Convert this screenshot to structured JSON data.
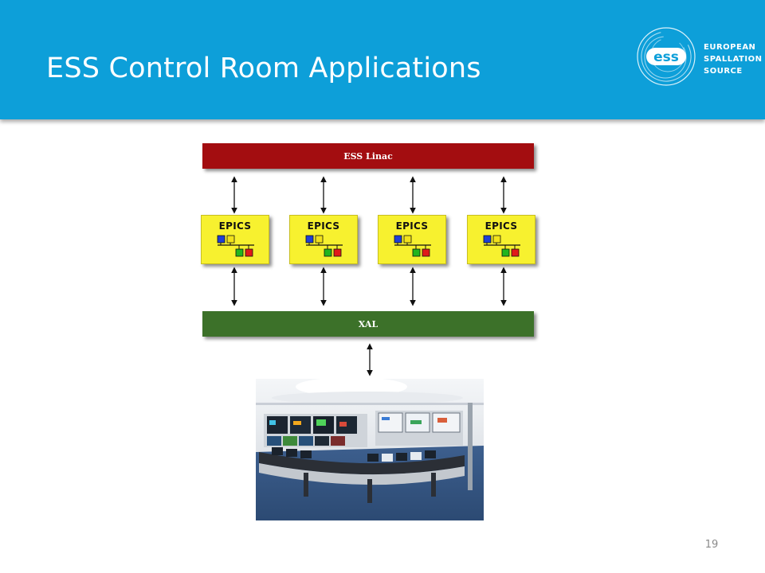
{
  "slide": {
    "title": "ESS Control Room Applications",
    "page_number": "19"
  },
  "logo": {
    "mark_text": "ess",
    "line1": "EUROPEAN",
    "line2": "SPALLATION",
    "line3": "SOURCE"
  },
  "diagram": {
    "top_bar": "ESS Linac",
    "bottom_bar": "XAL",
    "epics_boxes": [
      {
        "label": "EPICS"
      },
      {
        "label": "EPICS"
      },
      {
        "label": "EPICS"
      },
      {
        "label": "EPICS"
      }
    ]
  },
  "colors": {
    "header": "#0d9fd9",
    "linac_bar": "#a30d10",
    "xal_bar": "#3c7129",
    "epics_box": "#f7f12f",
    "square_blue": "#1f3fd6",
    "square_yellow": "#f2e21a",
    "square_green": "#22b51e",
    "square_red": "#e01a1a"
  }
}
